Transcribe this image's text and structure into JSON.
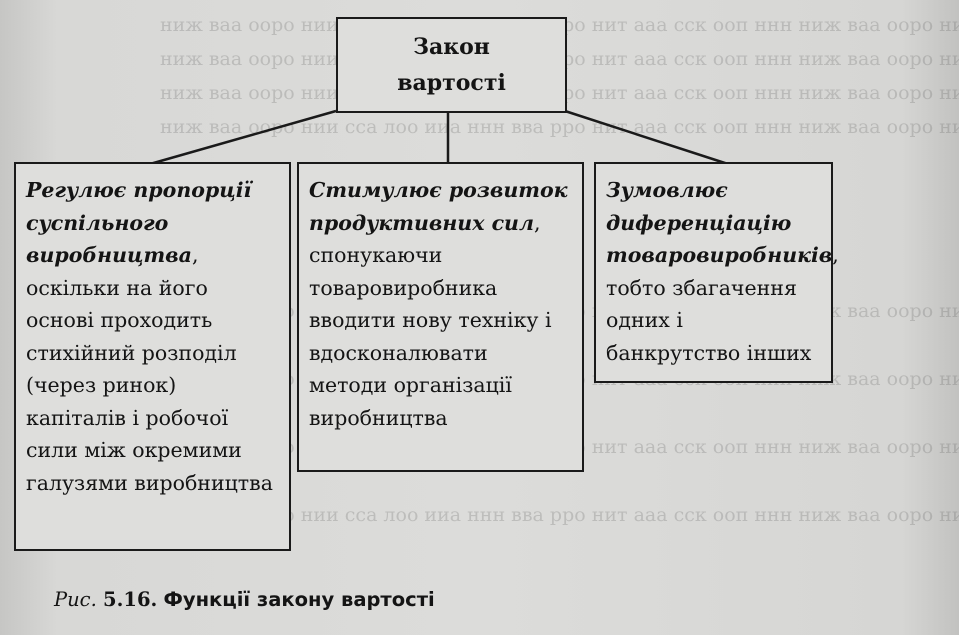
{
  "diagram": {
    "root": {
      "lines": [
        "Закон",
        "вартості"
      ]
    },
    "functions": [
      {
        "emphasis": "Регулює пропорції суспільного виробництва",
        "text": ", оскільки на його основі проходить стихійний розподіл (через ринок) капіталів і робочої сили між окремими галузями виробництва"
      },
      {
        "emphasis": "Стимулює розвиток продуктивних сил",
        "text": ", спонукаючи товаровиробника вводити нову техніку і вдосконалювати методи організації виробництва"
      },
      {
        "emphasis": "Зумовлює диференціацію товаровиробників",
        "text": ", тобто збагачення одних і банкрутство інших"
      }
    ]
  },
  "caption": {
    "label": "Рис.",
    "number": "5.16.",
    "title": "Функції закону вартості"
  },
  "colors": {
    "paper": "#d8d8d6",
    "ink": "#141414",
    "border": "#1a1a1a"
  }
}
